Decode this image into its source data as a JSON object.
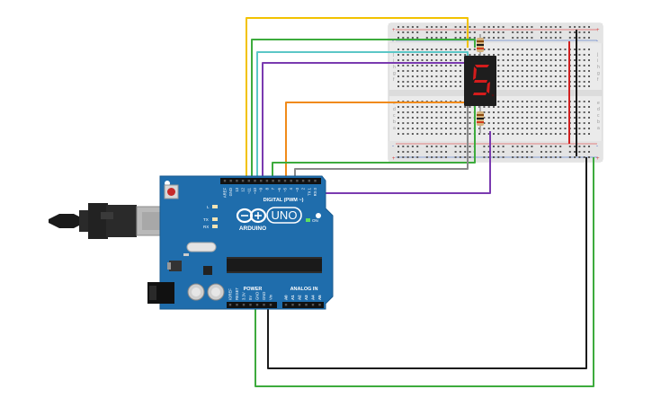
{
  "board": {
    "brand": "ARDUINO",
    "model": "UNO",
    "digital_label": "DIGITAL (PWM ~)",
    "power_label": "POWER",
    "analog_label": "ANALOG IN",
    "on_label": "ON",
    "led_l": "L",
    "led_tx": "TX",
    "led_rx": "RX",
    "digital_pins": [
      "AREF",
      "GND",
      "13",
      "12",
      "~11",
      "~10",
      "~9",
      "8",
      "7",
      "~6",
      "~5",
      "4",
      "~3",
      "2",
      "TX 1",
      "RX 0"
    ],
    "power_pins": [
      "IOREF",
      "RESET",
      "3.3V",
      "5V",
      "GND",
      "GND",
      "Vin"
    ],
    "analog_pins": [
      "A0",
      "A1",
      "A2",
      "A3",
      "A4",
      "A5"
    ]
  },
  "display": {
    "digit": "5",
    "segment_color": "#d41c1c"
  },
  "breadboard": {
    "row_letters_top": [
      "j",
      "i",
      "h",
      "g",
      "f"
    ],
    "row_letters_bottom": [
      "e",
      "d",
      "c",
      "b",
      "a"
    ],
    "rail_signs": [
      "+",
      "-"
    ]
  },
  "wire_colors": {
    "yellow": "#f2c200",
    "green": "#3dab3d",
    "cyan": "#5bc7c7",
    "purple": "#7a3ab0",
    "orange": "#f08a1a",
    "gray": "#8a8a8a",
    "black": "#1c1c1c",
    "red": "#d02020"
  }
}
